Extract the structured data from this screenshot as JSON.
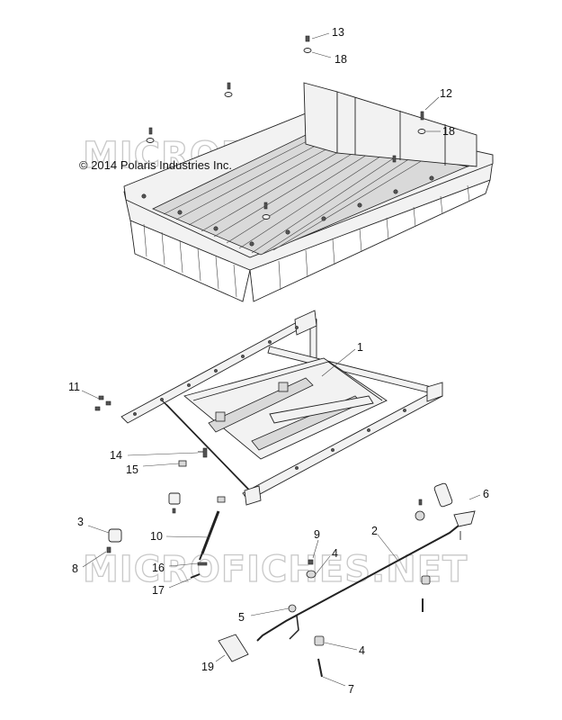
{
  "copyright": "© 2014 Polaris Industries Inc.",
  "watermark": "MICROFICHES.NET",
  "callouts": [
    {
      "id": "13",
      "label": "13"
    },
    {
      "id": "18a",
      "label": "18"
    },
    {
      "id": "12",
      "label": "12"
    },
    {
      "id": "18b",
      "label": "18"
    },
    {
      "id": "1",
      "label": "1"
    },
    {
      "id": "11",
      "label": "11"
    },
    {
      "id": "14",
      "label": "14"
    },
    {
      "id": "15",
      "label": "15"
    },
    {
      "id": "6",
      "label": "6"
    },
    {
      "id": "2",
      "label": "2"
    },
    {
      "id": "3",
      "label": "3"
    },
    {
      "id": "8",
      "label": "8"
    },
    {
      "id": "10",
      "label": "10"
    },
    {
      "id": "9",
      "label": "9"
    },
    {
      "id": "4a",
      "label": "4"
    },
    {
      "id": "16",
      "label": "16"
    },
    {
      "id": "17",
      "label": "17"
    },
    {
      "id": "5",
      "label": "5"
    },
    {
      "id": "4b",
      "label": "4"
    },
    {
      "id": "19",
      "label": "19"
    },
    {
      "id": "7",
      "label": "7"
    }
  ]
}
